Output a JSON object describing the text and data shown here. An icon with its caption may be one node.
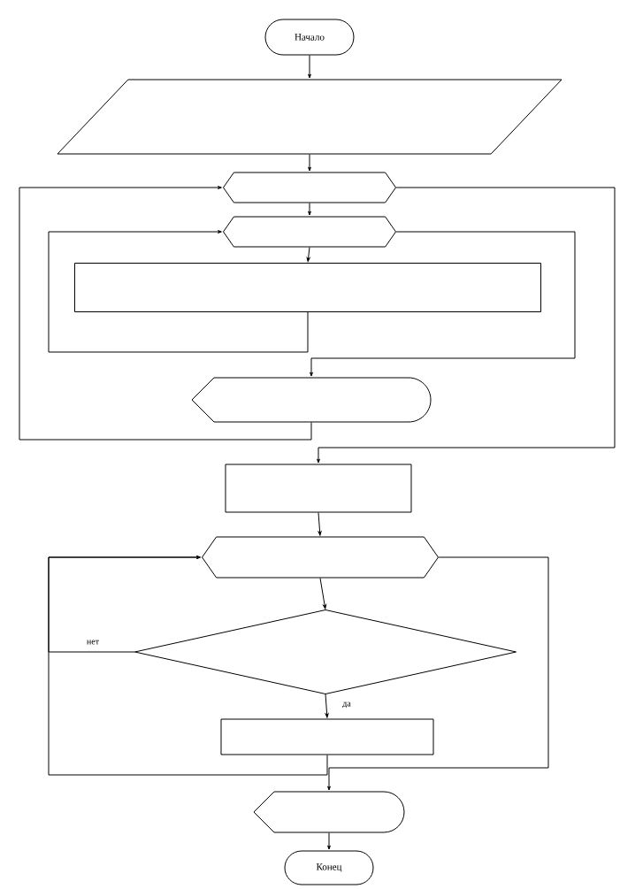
{
  "diagram": {
    "nodes": [
      {
        "text": [
          "Начало"
        ]
      },
      {
        "text": [],
        "shape": "parallelogram"
      },
      {
        "text": [],
        "shape": "hexagon"
      },
      {
        "text": [],
        "shape": "hexagon"
      },
      {
        "text": [],
        "shape": "box"
      },
      {
        "text": [],
        "shape": "display"
      },
      {
        "text": [],
        "shape": "box"
      },
      {
        "text": [],
        "shape": "hexagon"
      },
      {
        "text": [],
        "shape": "diamond"
      },
      {
        "text": [],
        "shape": "box"
      },
      {
        "text": [],
        "shape": "display"
      },
      {
        "text": [
          "Конец"
        ]
      }
    ],
    "edges": [
      {
        "from": 0,
        "to": 1,
        "arrow": "to"
      },
      {
        "from": 1,
        "to": 2,
        "arrow": "to"
      },
      {
        "from": 2,
        "to": 3,
        "arrow": "to"
      },
      {
        "from": 3,
        "to": 4,
        "arrow": "to"
      },
      {
        "from": 4,
        "to": 3,
        "arrow": "to"
      },
      {
        "from": 3,
        "to": 5,
        "arrow": "to"
      },
      {
        "from": 5,
        "to": 2,
        "arrow": "to"
      },
      {
        "from": 2,
        "to": 6,
        "arrow": "to"
      },
      {
        "from": 6,
        "to": 7,
        "arrow": "to"
      },
      {
        "from": 7,
        "to": 8,
        "arrow": "to"
      },
      {
        "from": 8,
        "to": 9,
        "arrow": "to",
        "label": "да"
      },
      {
        "from": 8,
        "to": 7,
        "arrow": "to",
        "label": "нет"
      },
      {
        "from": 9,
        "to": 7,
        "arrow": "to"
      },
      {
        "from": 7,
        "to": 10,
        "arrow": "to"
      },
      {
        "from": 10,
        "to": 11,
        "arrow": "to"
      }
    ]
  }
}
